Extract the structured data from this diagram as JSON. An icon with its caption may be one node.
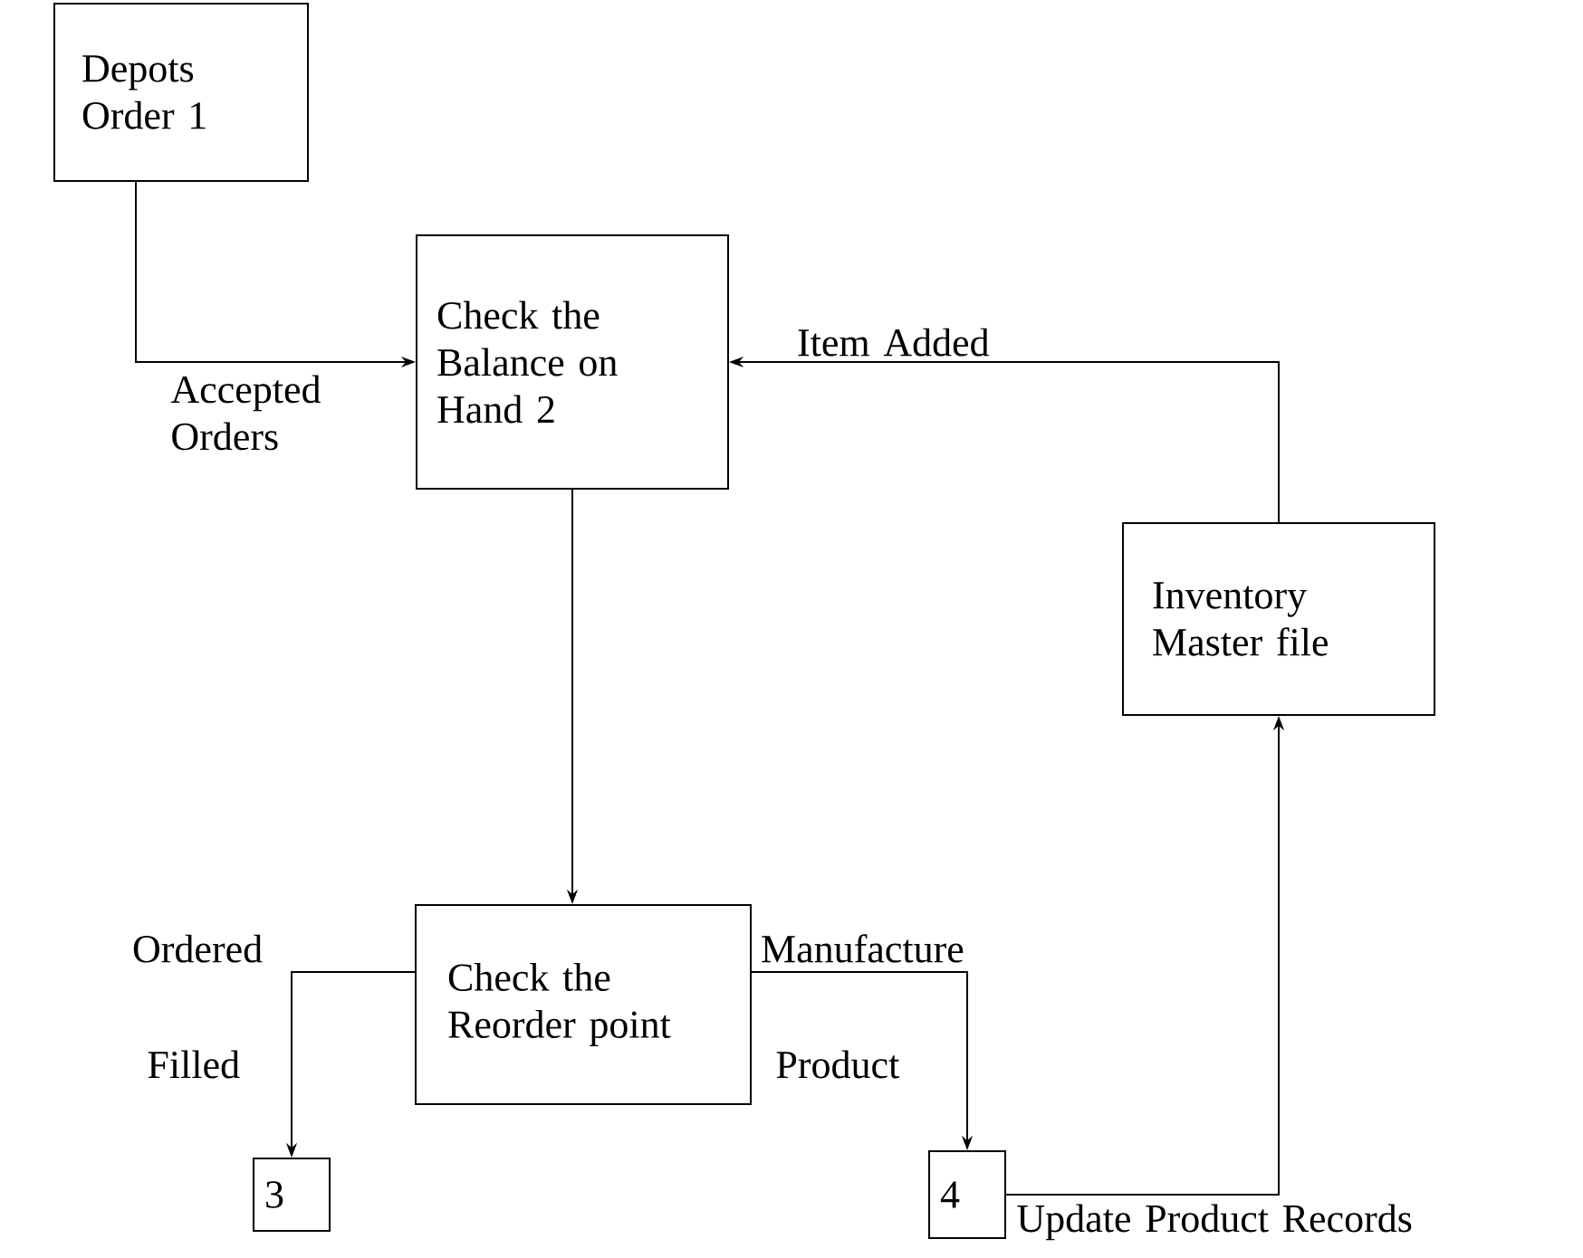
{
  "diagram": {
    "nodes": [
      {
        "text": [
          "Depots Order 1"
        ]
      },
      {
        "text": [
          "Check the Balance on Hand 2"
        ]
      },
      {
        "text": [
          "Inventory Master file"
        ]
      },
      {
        "text": [
          "Check the Reorder point"
        ]
      },
      {
        "text": [
          "3"
        ]
      },
      {
        "text": [
          "4"
        ]
      }
    ],
    "edges": [
      {
        "from": 0,
        "to": 1,
        "arrow": "to",
        "label": "Accepted Orders"
      },
      {
        "from": 2,
        "to": 1,
        "arrow": "to",
        "label": "Item Added"
      },
      {
        "from": 1,
        "to": 3,
        "arrow": "to"
      },
      {
        "from": 3,
        "to": 4,
        "arrow": "to",
        "label": "Ordered"
      },
      {
        "from": 3,
        "to": 5,
        "arrow": "to",
        "label": "Manufacture"
      },
      {
        "from": 5,
        "to": 2,
        "arrow": "to",
        "label": "Update Product Records"
      }
    ],
    "labels": [
      "Filled",
      "Product"
    ]
  }
}
